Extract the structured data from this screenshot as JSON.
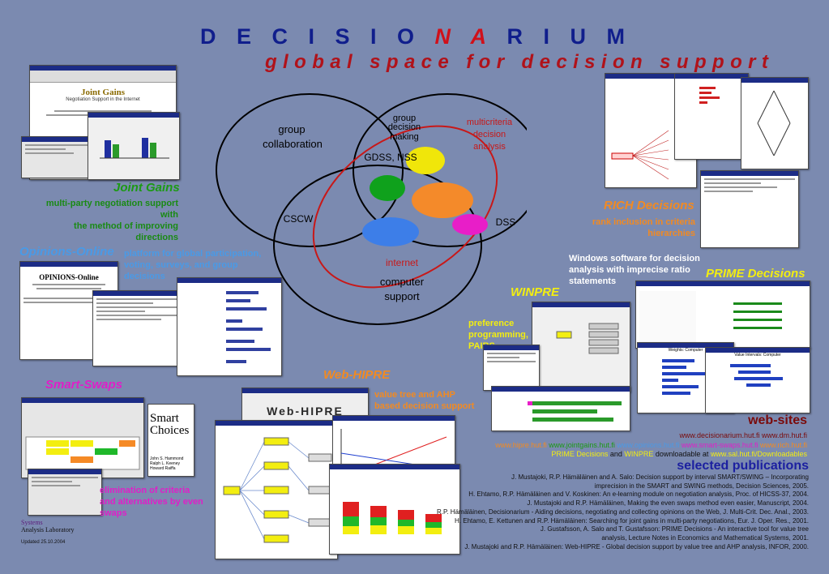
{
  "header": {
    "title_prefix": "D E C I S I O ",
    "title_na": "N A",
    "title_suffix": " R I U M",
    "subtitle": "global space for decision support"
  },
  "venn": {
    "labels": {
      "group_collaboration_1": "group",
      "group_collaboration_2": "collaboration",
      "group_decision_1": "group",
      "group_decision_2": "decision",
      "group_decision_3": "making",
      "multicriteria_1": "multicriteria",
      "multicriteria_2": "decision",
      "multicriteria_3": "analysis",
      "decision_making_1": "decision",
      "decision_making_2": "making",
      "gdss": "GDSS, NSS",
      "cscw": "CSCW",
      "dss": "DSS",
      "internet": "internet",
      "computer_support_1": "computer",
      "computer_support_2": "support"
    },
    "blob_colors": {
      "yellow": "#f0e60a",
      "green": "#0fa11c",
      "orange": "#f48a2a",
      "magenta": "#e81ec8",
      "blue": "#3d7ee8"
    }
  },
  "joint_gains": {
    "title": "Joint Gains",
    "desc_1": "multi-party negotiation support with",
    "desc_2": "the method of improving directions",
    "shot_heading": "Joint Gains",
    "shot_sub": "Negotiation Support in the Internet"
  },
  "opinions": {
    "title": "Opinions-Online",
    "desc_1": "platform for global participation,",
    "desc_2": "voting, surveys, and group",
    "desc_3": "decisions",
    "shot_heading": "OPINIONS-Online"
  },
  "smart_swaps": {
    "title": "Smart-Swaps",
    "desc_1": "elimination of criteria",
    "desc_2": "and alternatives by even",
    "desc_3": "swaps",
    "book_title_1": "Smart",
    "book_title_2": "Choices",
    "book_authors": "John S. Hammond Ralph L. Keeney Howard Raiffa"
  },
  "sal": {
    "logo_1": "Systems",
    "logo_2": "Analysis Laboratory",
    "updated": "Updated 25.10.2004"
  },
  "web_hipre": {
    "title": "Web-HIPRE",
    "desc_1": "value tree and AHP",
    "desc_2": "based decision support",
    "banner": "Web-HIPRE"
  },
  "winpre": {
    "title": "WINPRE",
    "desc_1": "preference",
    "desc_2": "programming,",
    "desc_3": "PAIRS"
  },
  "rich": {
    "title": "RICH Decisions",
    "desc_1": "rank inclusion in criteria",
    "desc_2": "hierarchies"
  },
  "prime": {
    "intro_1": "Windows software for decision",
    "intro_2": "analysis with imprecise ratio",
    "intro_3": "statements",
    "title": "PRIME Decisions",
    "chart_left": "Weights: Computer",
    "chart_right": "Value Intervals: Computer"
  },
  "websites": {
    "title": "web-sites",
    "line1": "www.decisionarium.hut.fi www.dm.hut.fi",
    "line2_a": "www.hipre.hut.fi",
    "line2_b": "www.jointgains.hut.fi",
    "line2_c": "www.opinions.hut.fi",
    "line2_d": "www.smart-swaps.hut.fi",
    "line2_e": "www.rich.hut.fi",
    "line3_a": "PRIME Decisions",
    "line3_b": " and ",
    "line3_c": "WINPRE",
    "line3_d": " downloadable at ",
    "line3_e": "www.sal.hut.fi/Downloadables"
  },
  "publications": {
    "title": "selected publications",
    "items": [
      "J. Mustajoki, R.P. Hämäläinen and A. Salo: Decision support by interval SMART/SWING – Incorporating",
      "imprecision in the SMART and SWING methods, Decision Sciences, 2005.",
      "H. Ehtamo, R.P. Hämäläinen and V. Koskinen: An e-learning module on negotiation analysis, Proc. of HICSS-37, 2004.",
      "J. Mustajoki and R.P. Hämäläinen, Making the even swaps method even easier, Manuscript, 2004.",
      "R.P. Hämäläinen, Decisionarium - Aiding decisions, negotiating and collecting opinions on the Web, J. Multi-Crit. Dec. Anal., 2003.",
      "H. Ehtamo, E. Kettunen and R.P. Hämäläinen: Searching for joint gains in multi-party negotiations, Eur. J. Oper. Res., 2001.",
      "J. Gustafsson, A. Salo and T. Gustafsson: PRIME Decisions - An interactive tool for value tree",
      "analysis, Lecture Notes in Economics and Mathematical Systems, 2001.",
      "J. Mustajoki and R.P. Hämäläinen: Web-HIPRE - Global decision support by value tree and AHP analysis, INFOR, 2000."
    ]
  }
}
